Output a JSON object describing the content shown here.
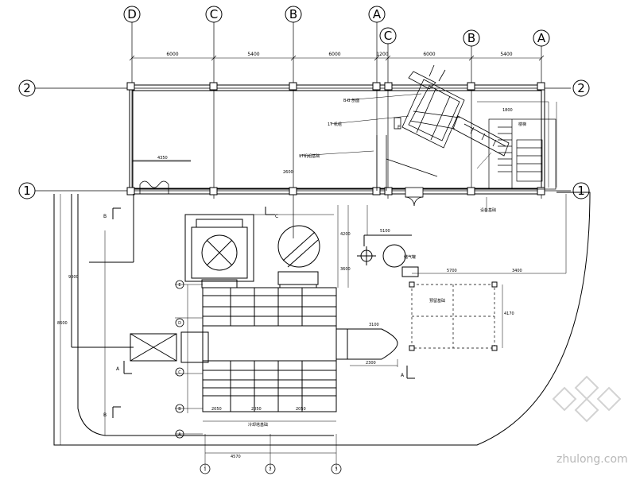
{
  "grid_top": [
    "D",
    "C",
    "B",
    "A",
    "C",
    "B",
    "A"
  ],
  "grid_side": [
    "2",
    "1",
    "2",
    "1"
  ],
  "grid_bottom": [
    "1",
    "2",
    "3"
  ],
  "grid_equip_rows": [
    "E",
    "D",
    "C",
    "B",
    "A"
  ],
  "top_dims": [
    "6000",
    "5400",
    "6000",
    "1200",
    "6000",
    "5400"
  ],
  "labels": {
    "ann_1": "B-B 剖面",
    "ann_2": "1T 机组",
    "ann_3": "1T机组基础",
    "ann_4": "楼梯",
    "ann_5": "设备基础",
    "ann_6": "冷却塔基础",
    "ann_7": "储气罐",
    "ann_8": "预留基础"
  },
  "dims": {
    "d_4350": "4350",
    "d_2600": "2600",
    "d_5100": "5100",
    "d_5700": "5700",
    "d_3400": "3400",
    "d_3100": "3100",
    "d_2300": "2300",
    "d_2050a": "2050",
    "d_2050b": "2050",
    "d_2050c": "2050",
    "d_4570": "4570",
    "d_9000": "9000",
    "d_8600": "8600",
    "d_4200": "4200",
    "d_3600": "3600",
    "d_4170": "4170",
    "d_1800": "1800"
  },
  "section_marks": {
    "b_left": "B",
    "b_left2": "B",
    "c_mid": "C",
    "a_left": "A",
    "a_right": "A",
    "e_top": "E"
  },
  "watermark": "zhulong.com"
}
